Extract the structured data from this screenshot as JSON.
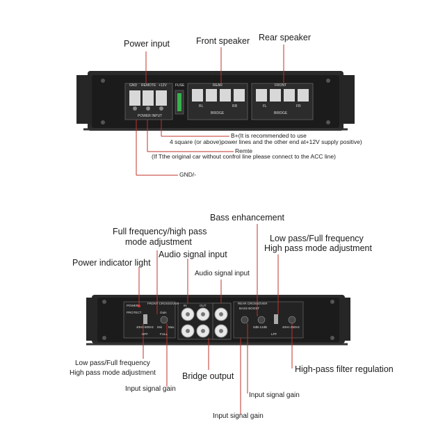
{
  "top": {
    "power_input": "Power input",
    "front_speaker": "Front speaker",
    "rear_speaker": "Rear speaker",
    "b_plus_line1": "B+(It is recommended to use",
    "b_plus_line2": "4 square (or above)power lines and the other end at+12V supply positive)",
    "remote": "Remte",
    "remote_note": "(If Tthe original car without confrol line please connect to the ACC line)",
    "gnd": "GND/-",
    "panel": {
      "gnd": "GND",
      "remote": "REMOTE",
      "plus12": "+12V",
      "fuse": "FUSE",
      "power_input": "POWER INPUT",
      "rear": "REAR",
      "front": "FRONT",
      "bridge": "BRIDGE",
      "rl": "RL",
      "rr": "RR",
      "fl": "FL",
      "fr": "FR"
    }
  },
  "bottom": {
    "bass_enhancement": "Bass enhancement",
    "full_freq_hp_l1": "Full frequency/high pass",
    "full_freq_hp_l2": "mode adjustment",
    "lp_full_l1": "Low pass/Full frequency",
    "lp_full_l2": "High pass mode adjustment",
    "power_indicator": "Power indicator light",
    "audio_signal_input_big": "Audio signal input",
    "audio_signal_input_small": "Audio signal input",
    "lp_full_left_l1": "Low pass/Full frequency",
    "lp_full_left_l2": "High pass mode adjustment",
    "bridge_output": "Bridge output",
    "high_pass_filter": "High-pass filter regulation",
    "input_signal_gain_1": "Input signal gain",
    "input_signal_gain_2": "Input signal gain",
    "input_signal_gain_3": "Input signal gain",
    "panel": {
      "power": "POWER",
      "protect": "PROTECT",
      "front_crossover": "FRONT CROSSOVER",
      "rear_crossover": "REAR CROSSOVER",
      "bass_boost": "BASS BOOST",
      "hpf": "HPF",
      "full": "FULL",
      "lpf": "LPF",
      "in": "IN",
      "out": "OUT",
      "gain": "Gain",
      "min": "Min",
      "max": "Max",
      "hz_range": "40Hz-500Hz",
      "db_range": "0dB-12dB",
      "lpf_range": "40Hz-250Hz"
    }
  }
}
